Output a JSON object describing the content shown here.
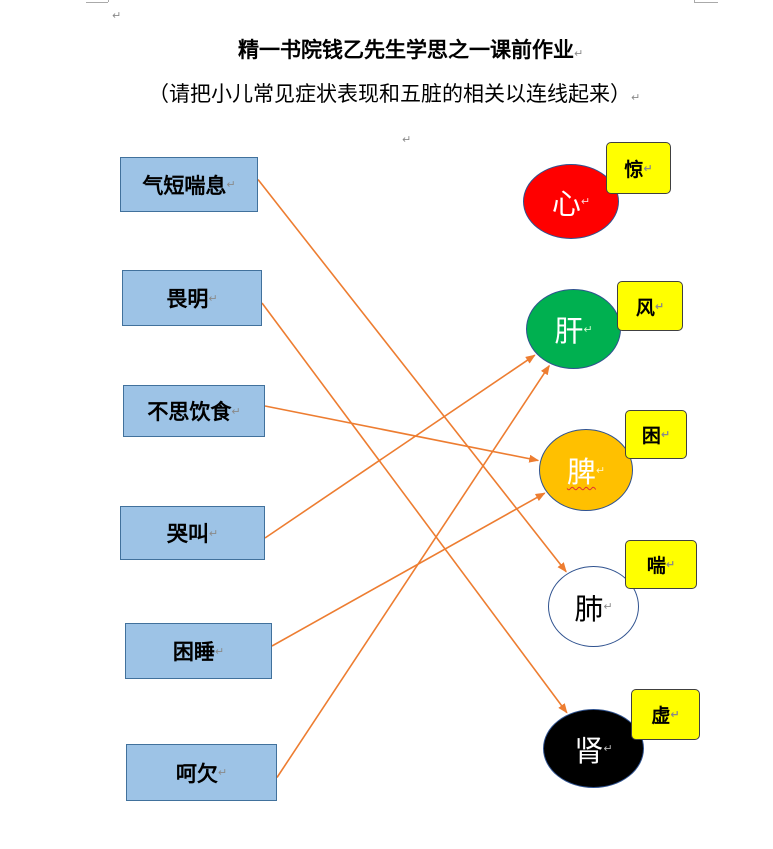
{
  "document": {
    "title": "精一书院钱乙先生学思之一课前作业",
    "subtitle": "（请把小儿常见症状表现和五脏的相关以连线起来）",
    "paragraph_mark": "↵"
  },
  "symptoms": [
    {
      "id": "s1",
      "label": "气短喘息"
    },
    {
      "id": "s2",
      "label": "畏明"
    },
    {
      "id": "s3",
      "label": "不思饮食"
    },
    {
      "id": "s4",
      "label": "哭叫"
    },
    {
      "id": "s5",
      "label": "困睡"
    },
    {
      "id": "s6",
      "label": "呵欠"
    }
  ],
  "organs": [
    {
      "id": "o1",
      "label": "心",
      "color": "#ff0000",
      "tag": "惊"
    },
    {
      "id": "o2",
      "label": "肝",
      "color": "#00b050",
      "tag": "风"
    },
    {
      "id": "o3",
      "label": "脾",
      "color": "#ffc000",
      "tag": "困"
    },
    {
      "id": "o4",
      "label": "肺",
      "color": "#ffffff",
      "tag": "喘"
    },
    {
      "id": "o5",
      "label": "肾",
      "color": "#000000",
      "tag": "虚"
    }
  ],
  "connections": [
    {
      "from": "s1",
      "to": "o4"
    },
    {
      "from": "s2",
      "to": "o5"
    },
    {
      "from": "s3",
      "to": "o3"
    },
    {
      "from": "s4",
      "to": "o2"
    },
    {
      "from": "s5",
      "to": "o3"
    },
    {
      "from": "s6",
      "to": "o2"
    }
  ],
  "line_color": "#ed7d31"
}
